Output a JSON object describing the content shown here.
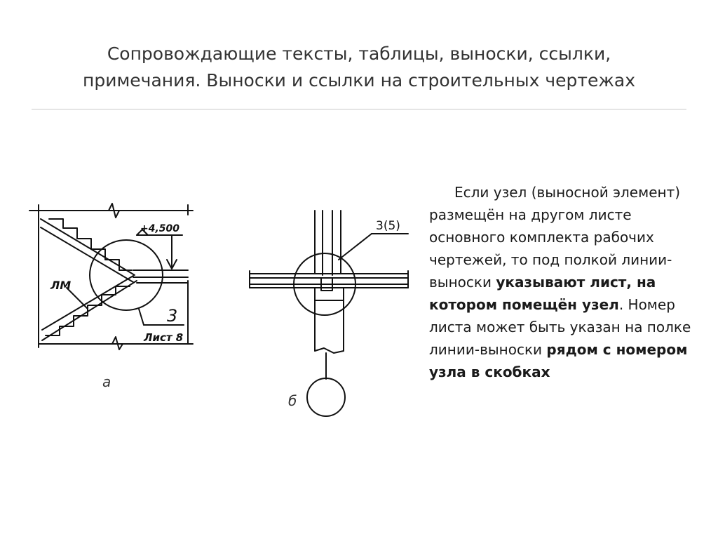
{
  "slide": {
    "title_line1": "Сопровождающие тексты, таблицы, выноски, ссылки,",
    "title_line2": "примечания. Выноски и ссылки на строительных чертежах"
  },
  "figure_a": {
    "elevation_label": "+4,500",
    "stair_label": "ЛМ",
    "node_number": "3",
    "sheet_label": "Лист 8",
    "caption": "а"
  },
  "figure_b": {
    "callout_label": "3(5)",
    "caption": "б"
  },
  "body": {
    "t1": "Если узел (выносной элемент) размещён на другом листе основного комплекта рабочих чертежей, то под полкой линии-выноски ",
    "b1": "указывают лист, на котором помещён узел",
    "t2": ". Номер листа может быть указан на полке линии-выноски ",
    "b2": "рядом с номером узла в скобках"
  }
}
